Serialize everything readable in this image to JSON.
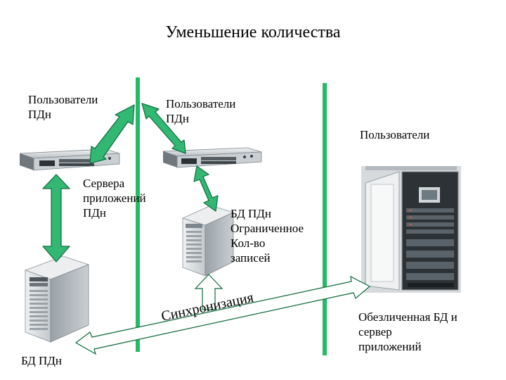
{
  "title": "Уменьшение количества",
  "labels": {
    "users_left": "Пользователи\nПДн",
    "users_middle": "Пользователи\nПДн",
    "users_right": "Пользователи",
    "app_servers": "Сервера\nприложений\nПДн",
    "db_limited": "БД ПДн\nОграниченное\nКол-во\nзаписей",
    "db_main": "БД ПДн",
    "anonymized": "Обезличенная БД и\nсервер\nприложений",
    "sync": "Синхронизация"
  },
  "colors": {
    "separator": "#22bb66",
    "arrow_fill": "#33b874",
    "arrow_stroke": "#0e6b3c",
    "server_body": "#d9dde0",
    "rack_frame": "#e8eaec"
  },
  "icons": {
    "rack_server": "rack-server-icon",
    "tower_server": "tower-server-icon",
    "server_cabinet": "server-cabinet-icon"
  }
}
